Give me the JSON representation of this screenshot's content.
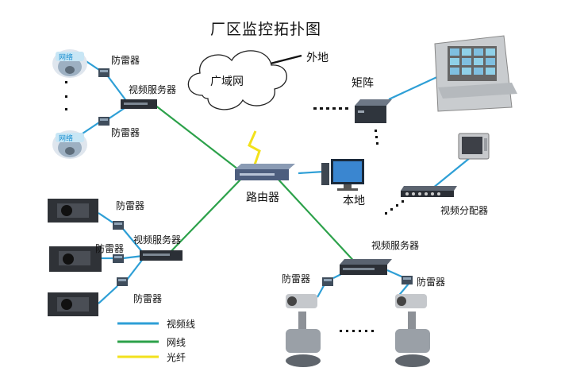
{
  "title": "厂区监控拓扑图",
  "labels": {
    "remote": "外地",
    "wan": "广域网",
    "matrix": "矩阵",
    "router": "路由器",
    "local": "本地",
    "video_distributor": "视频分配器",
    "video_server_top": "视频服务器",
    "video_server_left": "视频服务器",
    "video_server_bottom": "视频服务器",
    "arrester": "防雷器"
  },
  "camera_screen_text": "网络",
  "legend": [
    {
      "label": "视频线",
      "color": "#2e9fd6"
    },
    {
      "label": "网线",
      "color": "#2ca14a"
    },
    {
      "label": "光纤",
      "color": "#f2e11c"
    }
  ],
  "colors": {
    "video_line": "#2e9fd6",
    "net_line": "#2ca14a",
    "fiber": "#f2e11c"
  },
  "icons": [
    "dome-camera-icon",
    "box-camera-icon",
    "ptz-camera-icon",
    "surge-arrester-icon",
    "video-server-icon",
    "router-icon",
    "monitor-icon",
    "console-icon",
    "matrix-icon",
    "distributor-icon",
    "cloud-icon"
  ]
}
